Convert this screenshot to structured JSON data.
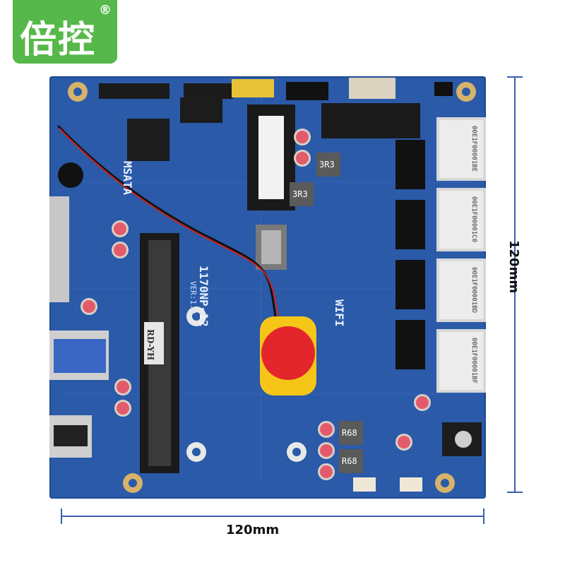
{
  "logo": {
    "text": "倍控",
    "reg": "®",
    "bg": "#56b84a"
  },
  "dimensions": {
    "width_label": "120mm",
    "height_label": "120mm"
  },
  "board": {
    "model": "1170NP-12",
    "version": "VER:1.0",
    "label_wifi": "WIFI",
    "label_msata": "MSATA",
    "label_ram": "RD-YH",
    "inductor_labels": [
      "3R3",
      "3R3",
      "R68",
      "R68"
    ],
    "lan_labels": [
      "00E1F00001BE",
      "00E1F00001C0",
      "00E1F00001BD",
      "00E1F00001BF"
    ]
  },
  "colors": {
    "pcb": "#2a5aa8",
    "battery": "#f5c518",
    "battery_center": "#e3262c",
    "dim_line": "#3a5fb0"
  }
}
